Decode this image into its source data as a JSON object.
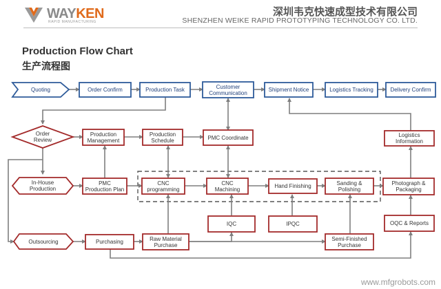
{
  "header": {
    "logo_prefix": "WAY",
    "logo_suffix": "KEN",
    "logo_sub": "RAPID MANUFACTURING",
    "company_cn": "深圳韦克快速成型技术有限公司",
    "company_en": "SHENZHEN WEIKE RAPID PROTOTYPING TECHNOLOGY CO. LTD."
  },
  "title": {
    "en": "Production Flow Chart",
    "cn": "生产流程图"
  },
  "colors": {
    "blue_border": "#2e5b9a",
    "red_border": "#a32a2a",
    "arrow": "#7f7f7f",
    "dashed": "#555555"
  },
  "nodes": {
    "quoting": "Quoting",
    "order_confirm": "Order Confirm",
    "production_task": "Production Task",
    "customer_communication": "Customer\nCommunication",
    "shipment_notice": "Shipment Notice",
    "logistics_tracking": "Logistics Tracking",
    "delivery_confirm": "Delivery Confirm",
    "order_review": "Order\nReview",
    "production_management": "Production\nManagement",
    "production_schedule": "Production\nSchedule",
    "pmc_coordinate": "PMC Coordinate",
    "logistics_information": "Logistics\nInformation",
    "in_house_production": "In-House\nProduction",
    "pmc_production_plan": "PMC\nProduction Plan",
    "cnc_programming": "CNC\nprogramming",
    "cnc_machining": "CNC\nMachining",
    "hand_finishing": "Hand Finishing",
    "sanding_polishing": "Sanding &\nPolishing",
    "photograph_packaging": "Photograph &\nPackaging",
    "iqc": "IQC",
    "ipqc": "IPQC",
    "oqc_reports": "OQC & Reports",
    "outsourcing": "Outsourcing",
    "purchasing": "Purchasing",
    "raw_material_purchase": "Raw Material\nPurchase",
    "semi_finished_purchase": "Semi-Finished\nPurchase"
  },
  "watermark": "www.mfgrobots.com"
}
